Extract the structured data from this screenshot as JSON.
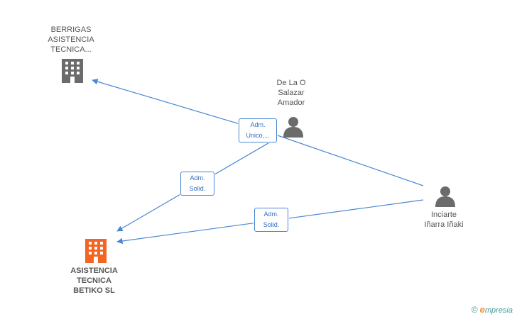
{
  "nodes": {
    "berrigas": {
      "label": "BERRIGAS\nASISTENCIA\nTECNICA...",
      "type": "company",
      "color": "#6b6b6b"
    },
    "delao": {
      "label": "De La O\nSalazar\nAmador",
      "type": "person",
      "color": "#6b6b6b"
    },
    "inciarte": {
      "label": "Inciarte\nIñarra Iñaki",
      "type": "person",
      "color": "#6b6b6b"
    },
    "betiko": {
      "label": "ASISTENCIA\nTECNICA\nBETIKO SL",
      "type": "company",
      "color": "#f26522"
    }
  },
  "edges": {
    "delao_berrigas": {
      "label": "Adm.\nUnico,..."
    },
    "delao_betiko": {
      "label": "Adm.\nSolid."
    },
    "inciarte_betiko": {
      "label": "Adm.\nSolid."
    }
  },
  "edge_color": "#4a86d4",
  "footer": {
    "copyright": "©",
    "brand_e": "e",
    "brand_rest": "mpresia"
  }
}
